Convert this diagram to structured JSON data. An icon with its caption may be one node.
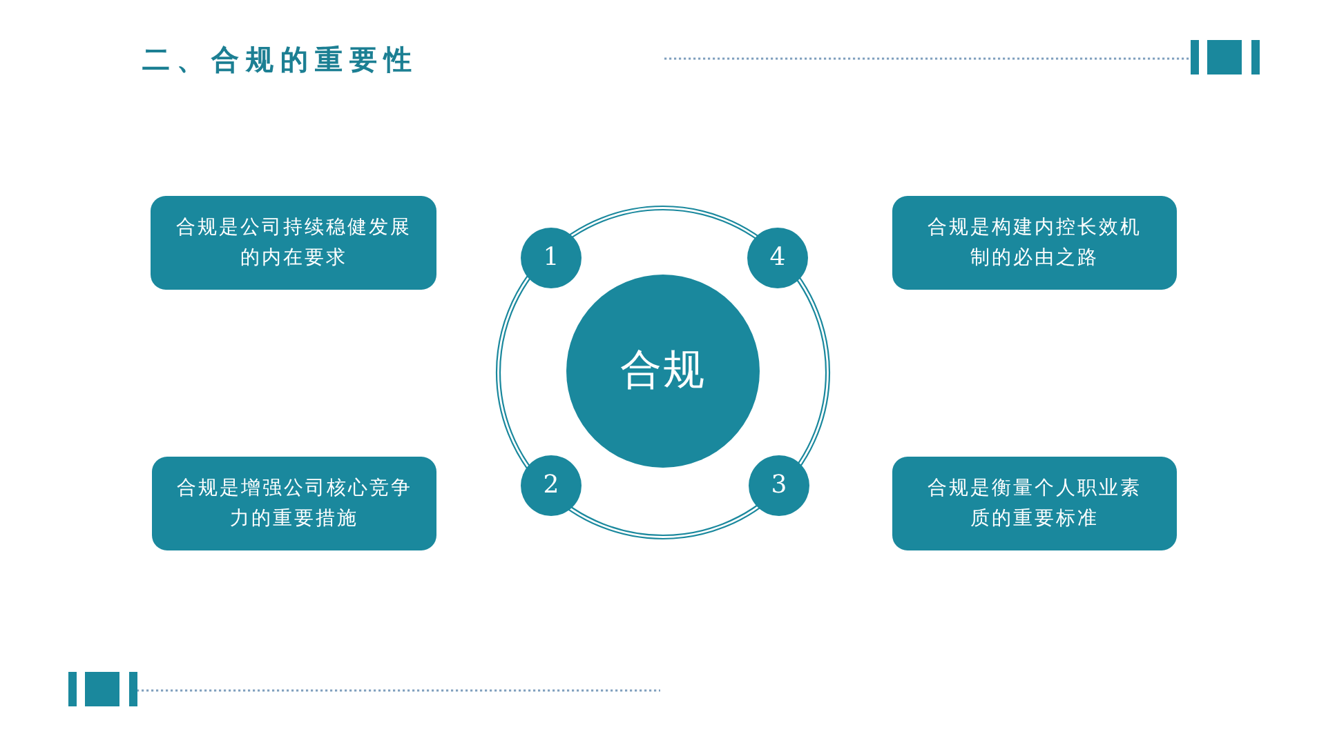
{
  "diagram": {
    "title": "二、合规的重要性",
    "nodes": [
      {
        "text": [
          "合规是公司持续稳健发展的内在要求"
        ]
      },
      {
        "text": [
          "1"
        ]
      },
      {
        "text": [
          "4"
        ]
      },
      {
        "text": [
          "合规是构建内控长效机制的必由之路"
        ]
      },
      {
        "text": [
          "合规"
        ]
      },
      {
        "text": [
          "合规是增强公司核心竞争力的重要措施"
        ]
      },
      {
        "text": [
          "2"
        ]
      },
      {
        "text": [
          "3"
        ]
      },
      {
        "text": [
          "合规是衡量个人职业素质的重要标准"
        ]
      }
    ]
  }
}
